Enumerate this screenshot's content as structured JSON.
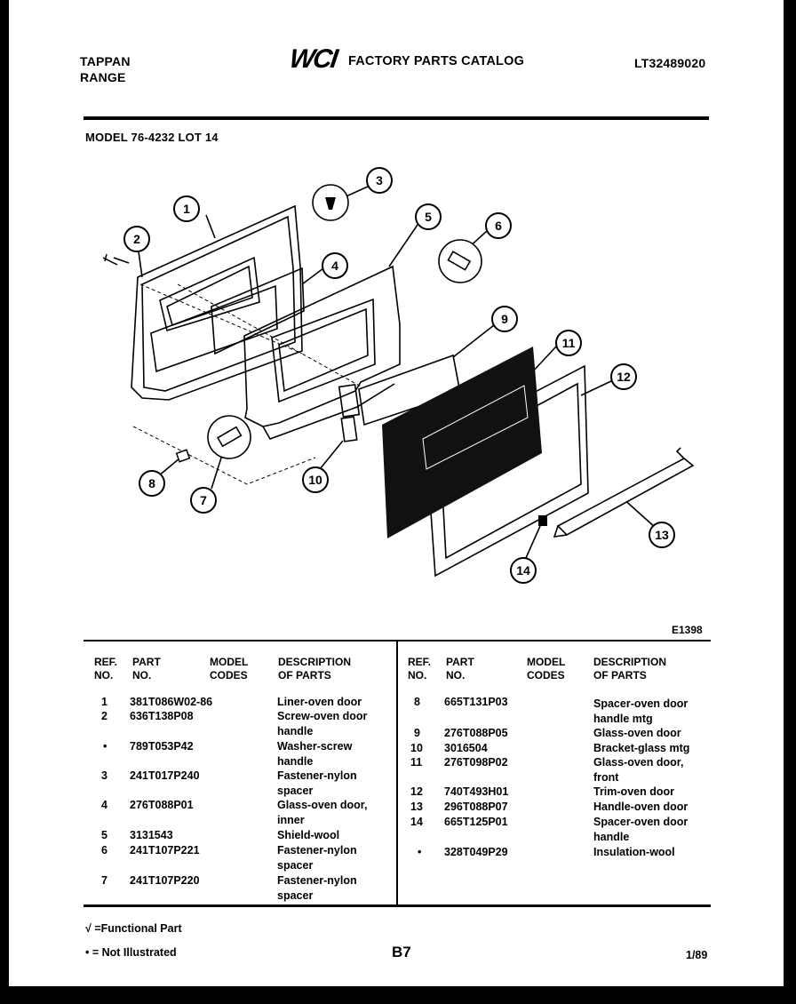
{
  "header": {
    "brand_line1": "TAPPAN",
    "brand_line2": "RANGE",
    "logo_text": "WCI",
    "catalog_title": "FACTORY PARTS CATALOG",
    "catalog_number": "LT32489020",
    "model": "MODEL 76-4232 LOT 14"
  },
  "diagram": {
    "figure_code": "E1398",
    "callouts": [
      "1",
      "2",
      "3",
      "4",
      "5",
      "6",
      "7",
      "8",
      "9",
      "10",
      "11",
      "12",
      "13",
      "14"
    ]
  },
  "table": {
    "headers": {
      "ref_no": [
        "REF.",
        "NO."
      ],
      "part_no": [
        "PART",
        "NO."
      ],
      "model_codes": [
        "MODEL",
        "CODES"
      ],
      "description": [
        "DESCRIPTION",
        "OF PARTS"
      ]
    },
    "left_rows": [
      {
        "ref": "1",
        "part": "381T086W02-86",
        "desc": "Liner-oven door"
      },
      {
        "ref": "2",
        "part": "636T138P08",
        "desc": "Screw-oven door handle"
      },
      {
        "ref": "•",
        "part": "789T053P42",
        "desc": "Washer-screw handle"
      },
      {
        "ref": "3",
        "part": "241T017P240",
        "desc": "Fastener-nylon spacer"
      },
      {
        "ref": "4",
        "part": "276T088P01",
        "desc": "Glass-oven door, inner"
      },
      {
        "ref": "5",
        "part": "3131543",
        "desc": "Shield-wool"
      },
      {
        "ref": "6",
        "part": "241T107P221",
        "desc": "Fastener-nylon spacer"
      },
      {
        "ref": "7",
        "part": "241T107P220",
        "desc": "Fastener-nylon spacer"
      }
    ],
    "right_rows": [
      {
        "ref": "8",
        "part": "665T131P03",
        "desc": "Spacer-oven door handle mtg"
      },
      {
        "ref": "9",
        "part": "276T088P05",
        "desc": "Glass-oven door"
      },
      {
        "ref": "10",
        "part": "3016504",
        "desc": "Bracket-glass mtg"
      },
      {
        "ref": "11",
        "part": "276T098P02",
        "desc": "Glass-oven door, front"
      },
      {
        "ref": "12",
        "part": "740T493H01",
        "desc": "Trim-oven door"
      },
      {
        "ref": "13",
        "part": "296T088P07",
        "desc": "Handle-oven door"
      },
      {
        "ref": "14",
        "part": "665T125P01",
        "desc": "Spacer-oven door handle"
      },
      {
        "ref": "•",
        "part": "328T049P29",
        "desc": "Insulation-wool"
      }
    ]
  },
  "footer": {
    "legend_functional": "√ =Functional Part",
    "legend_not_illustrated": "• = Not Illustrated",
    "page_code": "B7",
    "date": "1/89"
  }
}
